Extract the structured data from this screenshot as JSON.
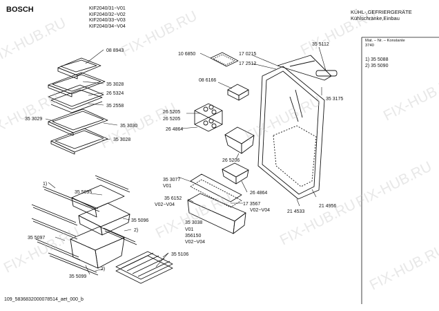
{
  "header": {
    "brand": "BOSCH",
    "models": [
      "KIF2040/31−V01",
      "KIF2040/32−V02",
      "KIF2040/33−V03",
      "KIF2040/34−V04"
    ],
    "category_line1": "KÜHL-,GEFRIERGERÄTE",
    "category_line2": "Kühlschränke,Einbau"
  },
  "sidebar": {
    "line1": "Mat. – Nr. – Konstante",
    "line2": "3740",
    "variants": [
      "1) 35 5088",
      "2) 35 5090"
    ]
  },
  "footer": {
    "doc_id": "109_5836832000078514_aet_000_b"
  },
  "watermark": "FIX-HUB.RU",
  "part_labels": [
    "10 6850",
    "35 5112",
    "17 0215",
    "17 2512",
    "08 8943",
    "35 3028",
    "26 5324",
    "08 6166",
    "35 3175",
    "35 2558",
    "35 3029",
    "26 5205",
    "26 5205",
    "35 3030",
    "26 4864",
    "35 3028",
    "26 5206",
    "1)",
    "35 3077",
    "V01",
    "35 5095",
    "26 4864",
    "35 6152",
    "V02−V04",
    "17 3567",
    "V02−V04",
    "21 4956",
    "35 5096",
    "21 4533",
    "2)",
    "35 3038",
    "V01",
    "356150",
    "V02−V04",
    "35 5097",
    "35 5106",
    "2)",
    "35 5099"
  ]
}
